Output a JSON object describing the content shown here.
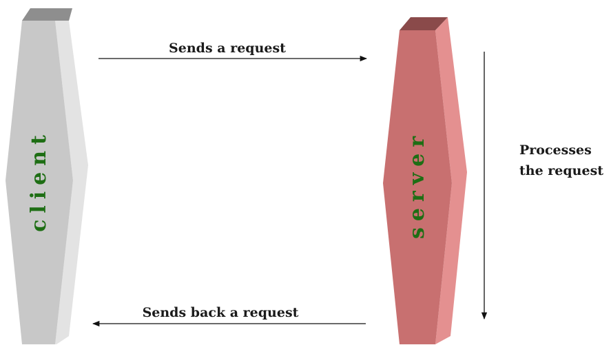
{
  "nodes": {
    "client": {
      "label": "client",
      "color_front": "#c8c8c8",
      "color_side": "#e3e3e3",
      "color_top": "#8e8e8e"
    },
    "server": {
      "label": "server",
      "color_front": "#c87070",
      "color_side": "#e49090",
      "color_top": "#8a4a4a"
    }
  },
  "label_color": "#1e6e14",
  "edges": {
    "request": {
      "label": "Sends a request",
      "direction": "client-to-server"
    },
    "response": {
      "label": "Sends back a request",
      "direction": "server-to-client"
    },
    "processing": {
      "label_line1": "Processes",
      "label_line2": "the request",
      "direction": "downward"
    }
  }
}
